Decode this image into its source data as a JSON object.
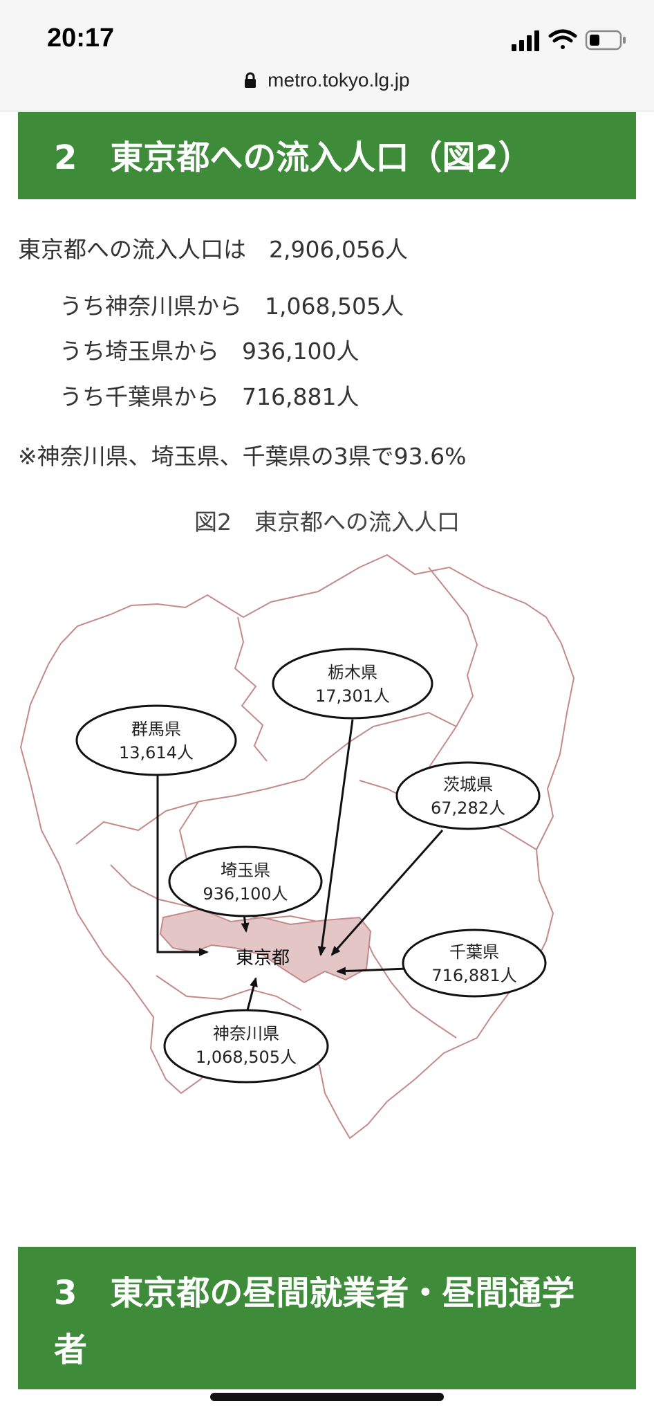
{
  "status_bar": {
    "time": "20:17",
    "url": "metro.tokyo.lg.jp",
    "icons": [
      "signal-icon",
      "wifi-icon",
      "battery-icon"
    ]
  },
  "section2": {
    "number": "2",
    "title": "東京都への流入人口（図2）"
  },
  "summary": {
    "total_line": "東京都への流入人口は　2,906,056人",
    "kanagawa_line": "うち神奈川県から　1,068,505人",
    "saitama_line": "うち埼玉県から　936,100人",
    "chiba_line": "うち千葉県から　716,881人",
    "note": "※神奈川県、埼玉県、千葉県の3県で93.6%"
  },
  "figure": {
    "caption": "図2　東京都への流入人口",
    "center_label": "東京都",
    "prefectures": [
      {
        "name": "栃木県",
        "value": "17,301人"
      },
      {
        "name": "群馬県",
        "value": "13,614人"
      },
      {
        "name": "茨城県",
        "value": "67,282人"
      },
      {
        "name": "埼玉県",
        "value": "936,100人"
      },
      {
        "name": "千葉県",
        "value": "716,881人"
      },
      {
        "name": "神奈川県",
        "value": "1,068,505人"
      }
    ],
    "colors": {
      "border": "#c48a8a",
      "tokyo_fill": "#e4c6c6"
    }
  },
  "section3": {
    "number": "3",
    "title_line1": "東京都の昼間就業者・昼間通学",
    "title_line2": "者"
  },
  "colors": {
    "header_green": "#3e8b3a"
  }
}
